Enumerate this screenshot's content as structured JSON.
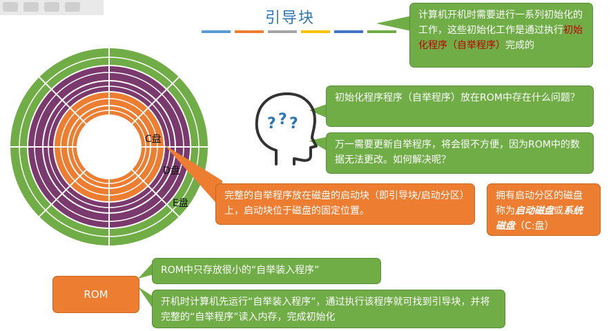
{
  "title": "引导块",
  "accent_bars": [
    "#5b9bd5",
    "#ed7d31",
    "#a5a5a5",
    "#ffc000",
    "#4472c4",
    "#70ad47"
  ],
  "disk": {
    "labels": {
      "c": "C盘",
      "d": "D盘",
      "e": "E盘"
    },
    "colors": {
      "outer": "#70ad47",
      "middle": "#7b3a6e",
      "inner": "#ed7d31"
    }
  },
  "callouts": {
    "intro": {
      "before": "计算机开机时需要进行一系列初始化的工作，这些初始化工作是通过执行",
      "highlight": "初始化程序（自举程序）",
      "after": "完成的"
    },
    "question": "初始化程序程序（自举程序）放在ROM中存在什么问题？",
    "answer": "万一需要更新自举程序，将会很不方便，因为ROM中的数据无法更改。如何解决呢？",
    "boot_block": "完整的自举程序放在磁盘的启动块（即引导块/启动分区）上，启动块位于磁盘的固定位置。",
    "system_disk": {
      "before": "拥有启动分区的磁盘称为",
      "term1": "启动磁盘",
      "mid": "或",
      "term2": "系统磁盘",
      "after": "（C:盘）"
    },
    "rom_label": "ROM",
    "rom_store": "ROM中只存放很小的“自举装入程序”",
    "rom_boot": "开机时计算机先运行“自举装入程序”，通过执行该程序就可找到引导块，并将完整的“自举程序”读入内存，完成初始化"
  },
  "icon_colors": {
    "head": "#333333",
    "question": "#2e75b6"
  }
}
